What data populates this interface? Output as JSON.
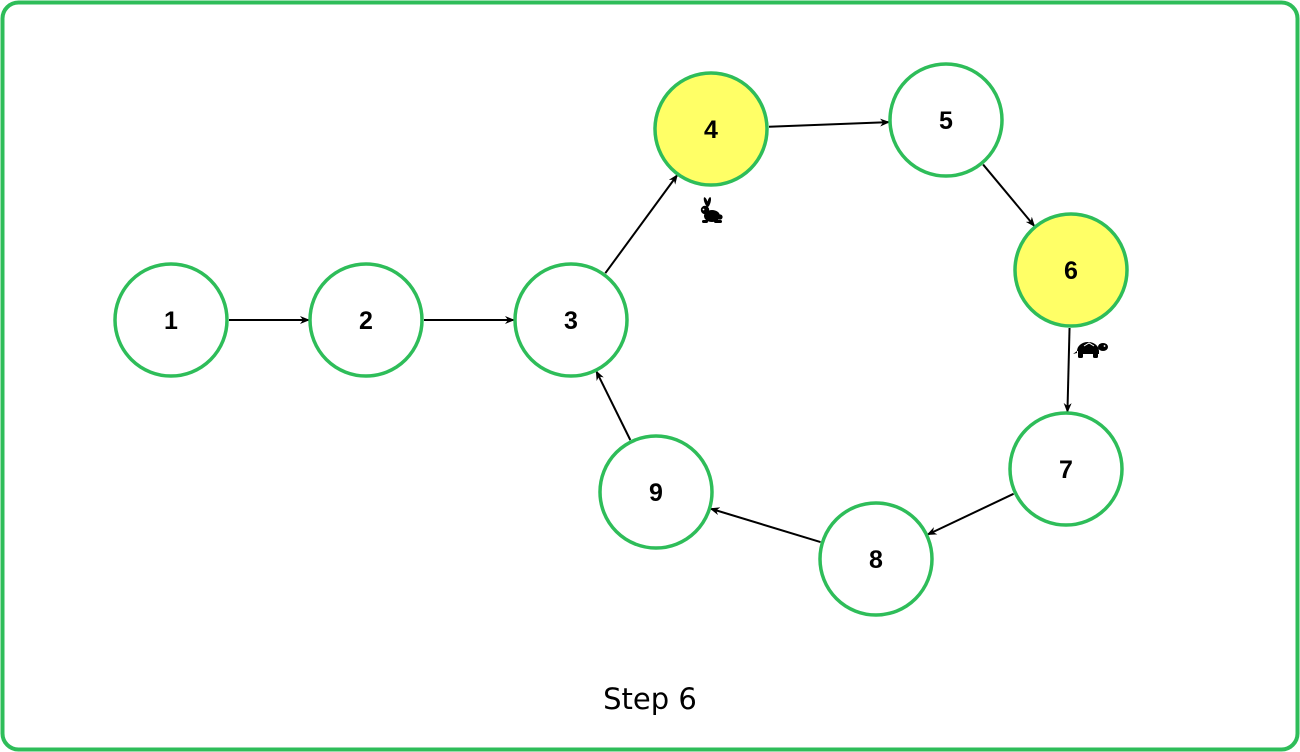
{
  "diagram": {
    "caption": "Step 6",
    "colors": {
      "border": "#2ebd59",
      "node_stroke": "#2ebd59",
      "node_fill": "#ffffff",
      "highlight_fill": "#ffff66",
      "edge": "#000000",
      "text": "#000000"
    },
    "nodes": [
      {
        "id": "1",
        "label": "1",
        "highlight": false
      },
      {
        "id": "2",
        "label": "2",
        "highlight": false
      },
      {
        "id": "3",
        "label": "3",
        "highlight": false
      },
      {
        "id": "4",
        "label": "4",
        "highlight": true
      },
      {
        "id": "5",
        "label": "5",
        "highlight": false
      },
      {
        "id": "6",
        "label": "6",
        "highlight": true
      },
      {
        "id": "7",
        "label": "7",
        "highlight": false
      },
      {
        "id": "8",
        "label": "8",
        "highlight": false
      },
      {
        "id": "9",
        "label": "9",
        "highlight": false
      }
    ],
    "edges": [
      {
        "from": "1",
        "to": "2"
      },
      {
        "from": "2",
        "to": "3"
      },
      {
        "from": "3",
        "to": "4"
      },
      {
        "from": "4",
        "to": "5"
      },
      {
        "from": "5",
        "to": "6"
      },
      {
        "from": "6",
        "to": "7"
      },
      {
        "from": "7",
        "to": "8"
      },
      {
        "from": "8",
        "to": "9"
      },
      {
        "from": "9",
        "to": "3"
      }
    ],
    "markers": [
      {
        "name": "rabbit-icon",
        "node": "4"
      },
      {
        "name": "turtle-icon",
        "node": "6"
      }
    ]
  }
}
